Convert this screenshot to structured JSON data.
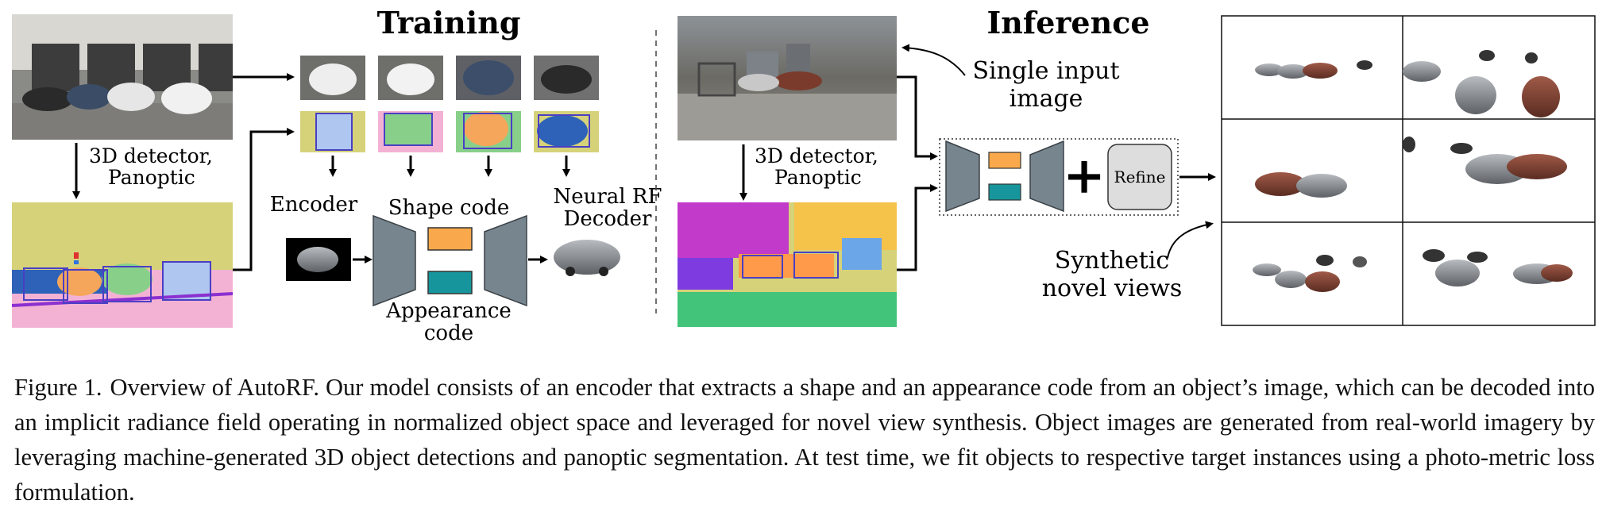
{
  "training": {
    "title": "Training",
    "detector_label_1": "3D detector,",
    "detector_label_2": "Panoptic",
    "encoder_label": "Encoder",
    "shape_code_label": "Shape code",
    "appearance_label_1": "Appearance",
    "appearance_label_2": "code",
    "decoder_label_1": "Neural RF",
    "decoder_label_2": "Decoder"
  },
  "inference": {
    "title": "Inference",
    "detector_label_1": "3D detector,",
    "detector_label_2": "Panoptic",
    "input_label_1": "Single input",
    "input_label_2": "image",
    "refine_label": "Refine",
    "plus_sign": "+",
    "novel_label_1": "Synthetic",
    "novel_label_2": "novel views"
  },
  "colors": {
    "shape_code": "#f9a94b",
    "appearance_code": "#16969c",
    "network": "#77858e",
    "refine_box": "#dddddd",
    "panoptic_bg": "#d6d27a",
    "bbox_lines": "#4a3fc4"
  },
  "caption": {
    "label": "Figure 1.",
    "text": "Overview of AutoRF. Our model consists of an encoder that extracts a shape and an appearance code from an object’s image, which can be decoded into an implicit radiance field operating in normalized object space and leveraged for novel view synthesis. Object images are generated from real-world imagery by leveraging machine-generated 3D object detections and panoptic segmentation. At test time, we fit objects to respective target instances using a photo-metric loss formulation."
  }
}
